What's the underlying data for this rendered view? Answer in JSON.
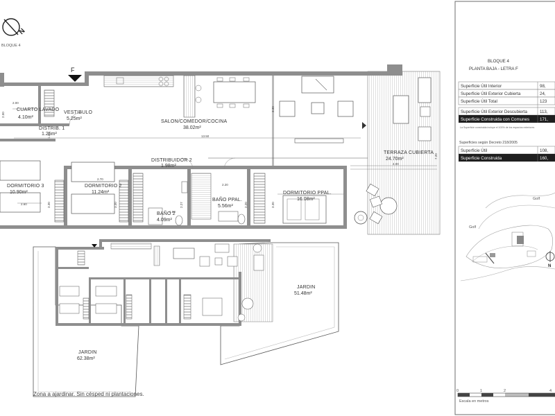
{
  "block_label": "BLOQUE 4",
  "compass_letter": "N",
  "entrance_marker": "F",
  "upper_plan": {
    "rooms": [
      {
        "name": "CUARTO LAVADO",
        "area": "4.10m²"
      },
      {
        "name": "VESTIBULO",
        "area": "5.25m²"
      },
      {
        "name": "SALON/COMEDOR/COCINA",
        "area": "38.02m²"
      },
      {
        "name": "DISTRIB. 1",
        "area": "1.25m²"
      },
      {
        "name": "DISTRIBUIDOR 2",
        "area": "1.98m²"
      },
      {
        "name": "TERRAZA CUBIERTA",
        "area": "24.70m²"
      },
      {
        "name": "DORMITORIO 3",
        "area": "10.90m²"
      },
      {
        "name": "DORMITORIO 2",
        "area": "11.24m²"
      },
      {
        "name": "BAÑO 2",
        "area": "4.09m²"
      },
      {
        "name": "BAÑO PPAL.",
        "area": "5.56m²"
      },
      {
        "name": "DORMITORIO PPAL.",
        "area": "16.08m²"
      }
    ],
    "dimensions": [
      "2.00",
      "2.50",
      "3.30",
      "13.50",
      "4.00",
      "7.20",
      "2.70",
      "2.60",
      "3.30",
      "3.30",
      "2.20",
      "2.27",
      "1.60",
      "2.20",
      "3.30",
      "1.35"
    ]
  },
  "lower_plan": {
    "gardens": [
      {
        "name": "JARDIN",
        "area": "51.48m²"
      },
      {
        "name": "JARDIN",
        "area": "62.38m²"
      }
    ],
    "note": "Zona a ajardinar. Sin césped ni plantaciones."
  },
  "panel": {
    "title": "BLOQUE 4",
    "subtitle": "PLANTA BAJA - LETRA F",
    "rows": [
      {
        "label": "Superficie Útil Interior",
        "value": "98,",
        "highlight": false
      },
      {
        "label": "Superficie Útil Exterior Cubierta",
        "value": "24,",
        "highlight": false
      },
      {
        "label": "Superficie Útil Total",
        "value": "123",
        "highlight": false
      },
      {
        "label": "Superficie Útil Exterior Descubierta",
        "value": "113,",
        "highlight": false
      },
      {
        "label": "Superficie Construida con Comunes",
        "value": "171,",
        "highlight": true
      }
    ],
    "footnote": "La Superficie construida incluye el 100% de los espacios exteriores",
    "decree_title": "Superficies según Decreto 218/2005",
    "decree_rows": [
      {
        "label": "Superficie Útil",
        "value": "108,",
        "highlight": false
      },
      {
        "label": "Superficie Construida",
        "value": "160,",
        "highlight": true
      }
    ],
    "map_labels": [
      "Golf",
      "Golf"
    ],
    "map_north": "N",
    "scale_ticks": [
      "0",
      "1",
      "2",
      "4"
    ],
    "scale_caption": "Escala en metros"
  },
  "colors": {
    "wall": "#8e8e8e",
    "panel_border": "#6b6b6b",
    "highlight_row": "#1f1f1f",
    "line": "#555555"
  }
}
